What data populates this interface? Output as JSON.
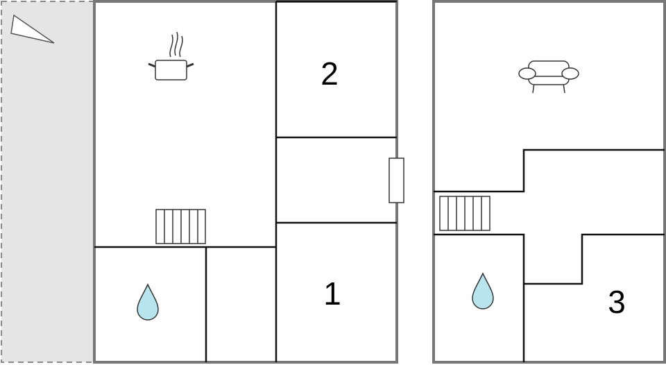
{
  "floorplan": {
    "ground_floor": {
      "room_labels": [
        "2",
        "1"
      ],
      "icons": [
        "cooking-pot-icon",
        "water-drop-icon",
        "stairs-icon",
        "window-icon"
      ],
      "terrace_icon": "terrace-triangle-icon"
    },
    "upper_floor": {
      "room_labels": [
        "3"
      ],
      "icons": [
        "sofa-icon",
        "water-drop-icon",
        "stairs-icon"
      ]
    },
    "colors": {
      "outer_wall": "#777777",
      "inner_wall": "#111111",
      "terrace_fill": "#e5e5e5",
      "water": "#b8e4ee"
    }
  }
}
